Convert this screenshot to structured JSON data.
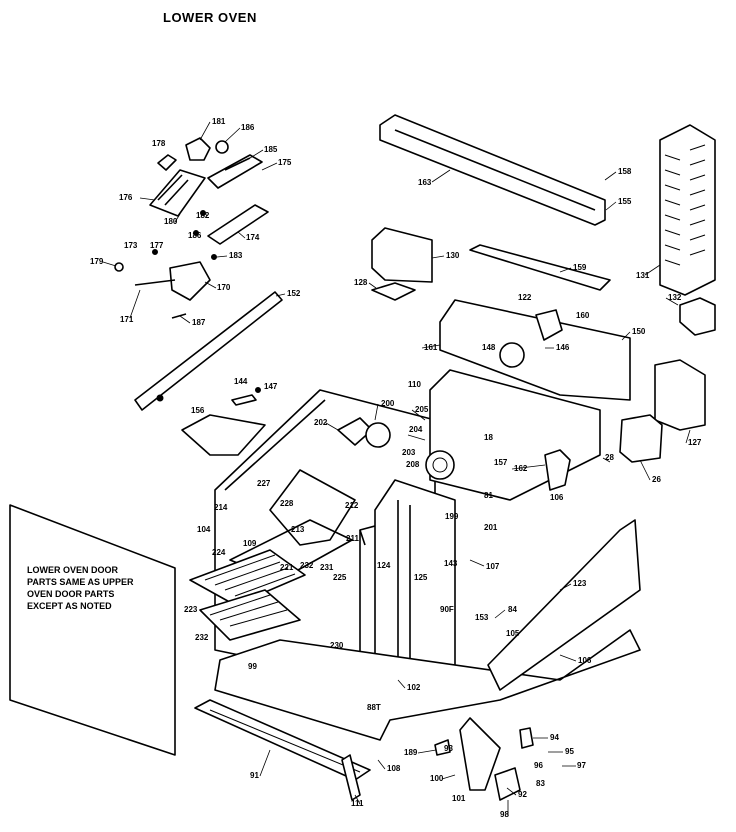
{
  "title": "LOWER OVEN",
  "door_note": [
    "LOWER OVEN DOOR",
    "PARTS SAME AS UPPER",
    "OVEN DOOR PARTS",
    "EXCEPT AS NOTED"
  ],
  "callouts": {
    "c178": "178",
    "c181": "181",
    "c186": "186",
    "c185": "185",
    "c175": "175",
    "c176": "176",
    "c180": "180",
    "c182": "182",
    "c174": "174",
    "c186b": "186",
    "c173": "173",
    "c177": "177",
    "c183": "183",
    "c179": "179",
    "c170": "170",
    "c171": "171",
    "c187": "187",
    "c152": "152",
    "c163": "163",
    "c158": "158",
    "c155": "155",
    "c131": "131",
    "c130": "130",
    "c128": "128",
    "c159": "159",
    "c122": "122",
    "c160": "160",
    "c132": "132",
    "c161": "161",
    "c148": "148",
    "c146": "146",
    "c150": "150",
    "c110": "110",
    "c144": "144",
    "c147": "147",
    "c156": "156",
    "c200": "200",
    "c202": "202",
    "c205": "205",
    "c18": "18",
    "c204": "204",
    "c203": "203",
    "c208": "208",
    "c157": "157",
    "c162": "162",
    "c26": "26",
    "c127": "127",
    "c28": "28",
    "c227": "227",
    "c228": "228",
    "c212": "212",
    "c104": "104",
    "c214": "214",
    "c109": "109",
    "c213": "213",
    "c211": "211",
    "c81": "81",
    "c201": "201",
    "c106a": "106",
    "c199": "199",
    "c224": "224",
    "c221": "221",
    "c232a": "232",
    "c231": "231",
    "c225": "225",
    "c124": "124",
    "c143": "143",
    "c107": "107",
    "c123": "123",
    "c125": "125",
    "c223": "223",
    "c232b": "232",
    "c230": "230",
    "c99": "99",
    "c90f": "90F",
    "c153": "153",
    "c84": "84",
    "c105": "105",
    "c106b": "106",
    "c102": "102",
    "c88t": "88T",
    "c91": "91",
    "c111": "111",
    "c108": "108",
    "c189": "189",
    "c93": "93",
    "c94": "94",
    "c95": "95",
    "c96": "96",
    "c97": "97",
    "c100": "100",
    "c101": "101",
    "c92": "92",
    "c83": "83",
    "c98": "98"
  }
}
